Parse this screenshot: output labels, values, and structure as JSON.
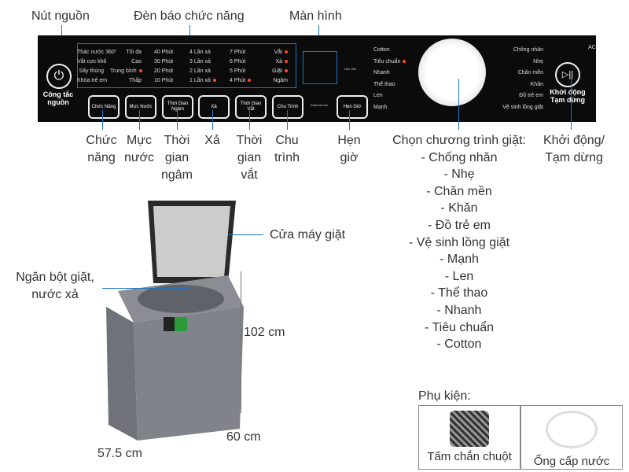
{
  "callouts": {
    "power": "Nút nguồn",
    "indicators": "Đèn báo chức năng",
    "display": "Màn hình",
    "function": "Chức năng",
    "water_level": "Mực nước",
    "soak_time": "Thời gian ngâm",
    "rinse": "Xả",
    "spin_time": "Thời gian vắt",
    "cycle": "Chu trình",
    "timer": "Hẹn giờ",
    "program_title": "Chọn chương trình giặt:",
    "programs": [
      "- Chống nhăn",
      "- Nhẹ",
      "- Chăn mền",
      "- Khăn",
      "- Đồ trẻ em",
      "- Vệ sinh lồng giặt",
      "- Mạnh",
      "- Len",
      "- Thể thao",
      "- Nhanh",
      "- Tiêu chuẩn",
      "- Cotton"
    ],
    "start": "Khởi động/ Tạm dừng",
    "lid": "Cửa máy giặt",
    "detergent": "Ngăn bột giặt, nước xả",
    "height": "102 cm",
    "depth": "60 cm",
    "width": "57.5 cm"
  },
  "panel": {
    "col1": [
      "Thác nước 360°",
      "Vắt cực khô",
      "Sấy thùng",
      "Khóa trẻ em"
    ],
    "col2": [
      "Tối đa",
      "Cao",
      "Trung bình",
      "Thấp"
    ],
    "col3": [
      "40 Phút",
      "30 Phút",
      "20 Phút",
      "10 Phút"
    ],
    "col4": [
      "4 Lần xả",
      "3 Lần xả",
      "2 Lần xả",
      "1 Lần xả"
    ],
    "col5": [
      "7 Phút",
      "6 Phút",
      "5 Phút",
      "4 Phút"
    ],
    "col6": [
      "Vắt",
      "Xả",
      "Giặt",
      "Ngâm"
    ],
    "power_label": "Công tắc nguồn",
    "buttons": [
      "Chức Năng",
      "Mực Nước",
      "Thời Gian Ngâm",
      "Xả",
      "Thời Gian Vắt",
      "Chu Trình",
      "Hẹn Giờ"
    ],
    "timer_small": "Hẹn Giờ",
    "child_lock_small": "Khóa trẻ em",
    "left_programs": [
      "Cotton",
      "Tiêu chuẩn",
      "Nhanh",
      "Thể thao",
      "Len",
      "Mạnh"
    ],
    "right_programs": [
      "Chống nhăn",
      "Nhẹ",
      "Chăn mền",
      "Khăn",
      "Đồ trẻ em",
      "Vệ sinh lồng giặt"
    ],
    "start_label": "Khởi động Tạm dừng",
    "brand_partial": "AC"
  },
  "accessories": {
    "title": "Phụ kiện:",
    "items": [
      "Tấm chắn chuột",
      "Ống cấp nước"
    ]
  },
  "colors": {
    "accent": "#1a73c9",
    "led": "#ff4a1a"
  }
}
